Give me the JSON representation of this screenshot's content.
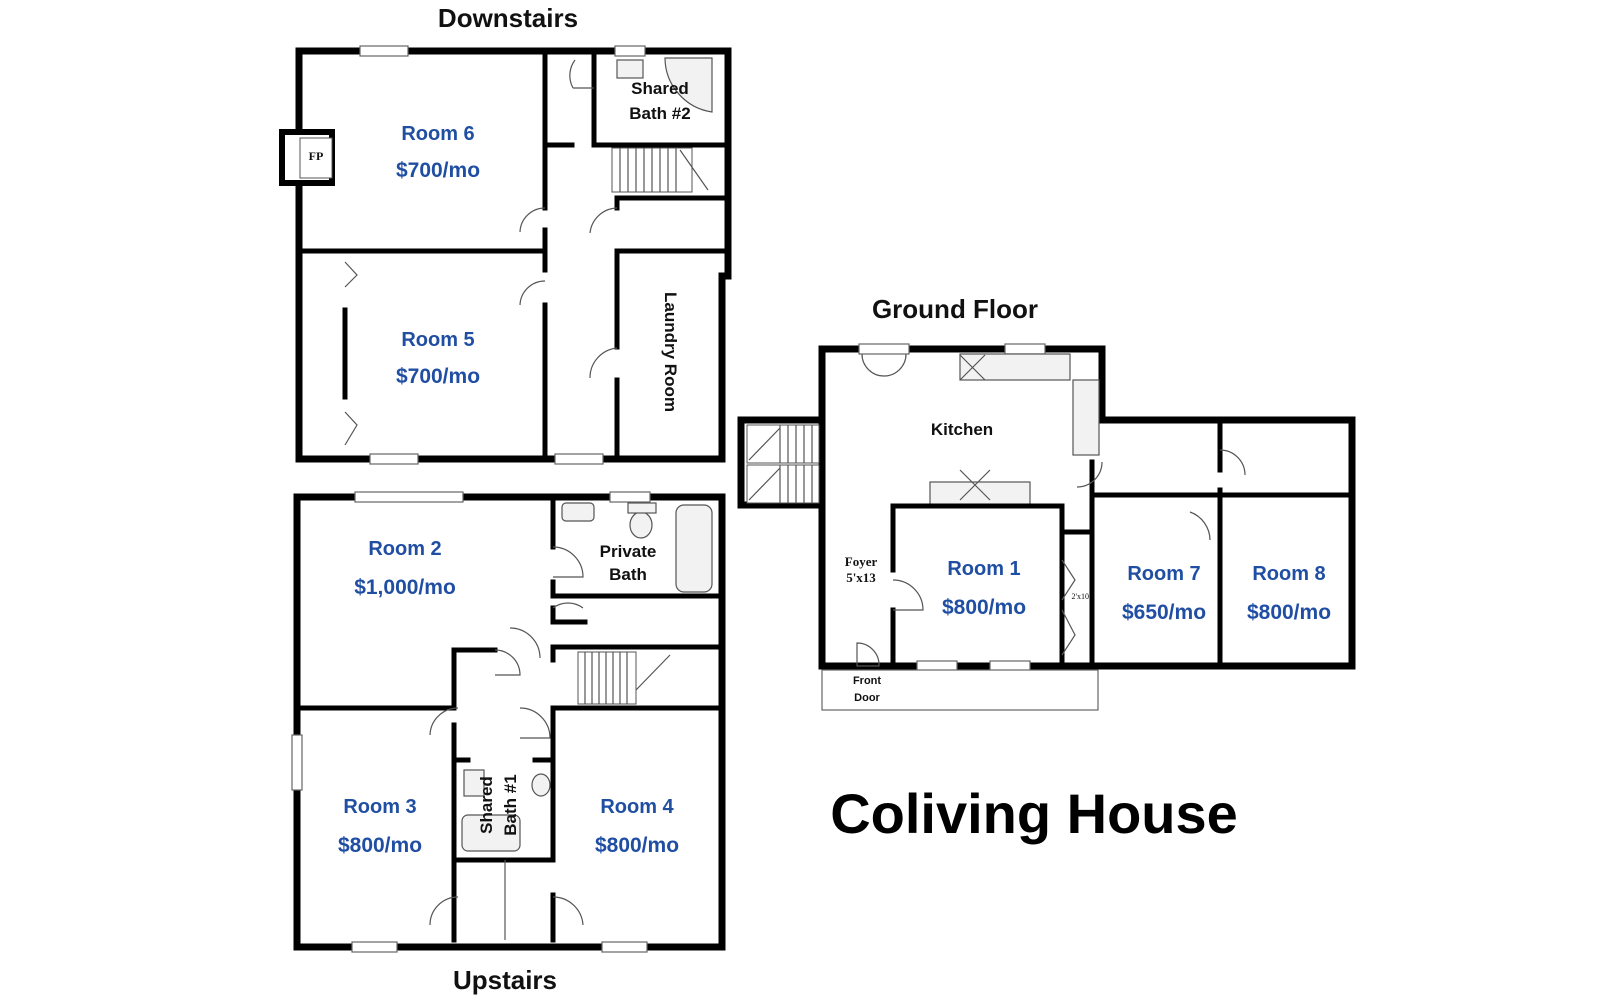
{
  "title": "Coliving House",
  "floors": {
    "downstairs": "Downstairs",
    "upstairs": "Upstairs",
    "ground": "Ground Floor"
  },
  "rooms": {
    "room1": {
      "name": "Room 1",
      "price": "$800/mo"
    },
    "room2": {
      "name": "Room 2",
      "price": "$1,000/mo"
    },
    "room3": {
      "name": "Room 3",
      "price": "$800/mo"
    },
    "room4": {
      "name": "Room 4",
      "price": "$800/mo"
    },
    "room5": {
      "name": "Room 5",
      "price": "$700/mo"
    },
    "room6": {
      "name": "Room 6",
      "price": "$700/mo"
    },
    "room7": {
      "name": "Room 7",
      "price": "$650/mo"
    },
    "room8": {
      "name": "Room 8",
      "price": "$800/mo"
    }
  },
  "spaces": {
    "shared_bath_2_line1": "Shared",
    "shared_bath_2_line2": "Bath #2",
    "shared_bath_1_line1": "Shared",
    "shared_bath_1_line2": "Bath #1",
    "private_bath_line1": "Private",
    "private_bath_line2": "Bath",
    "laundry": "Laundry Room",
    "kitchen": "Kitchen",
    "foyer_line1": "Foyer",
    "foyer_line2": "5'x13",
    "front_door_line1": "Front",
    "front_door_line2": "Door",
    "fireplace": "FP",
    "closet_dim": "2'x10'"
  }
}
